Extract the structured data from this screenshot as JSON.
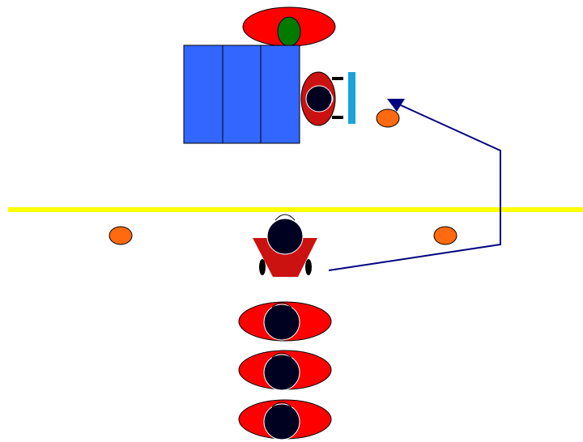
{
  "colors": {
    "background": "#ffffff",
    "table_blue": "#3366ff",
    "player_red": "#ff0000",
    "coach_red": "#cc1111",
    "player_head": "#000020",
    "cone_orange": "#ff6a10",
    "line_yellow": "#ffff00",
    "arrow_navy": "#000080",
    "ball_green": "#007a00",
    "bar_cyan": "#1aa3d9"
  },
  "icons": {
    "table": "table-icon",
    "player": "player-icon",
    "coach": "coach-icon",
    "cone": "cone-icon",
    "ball": "ball-icon",
    "arrow": "arrow-icon"
  },
  "diagram": {
    "cone_count": 3,
    "waiting_players": 3,
    "table_panels": 3
  }
}
